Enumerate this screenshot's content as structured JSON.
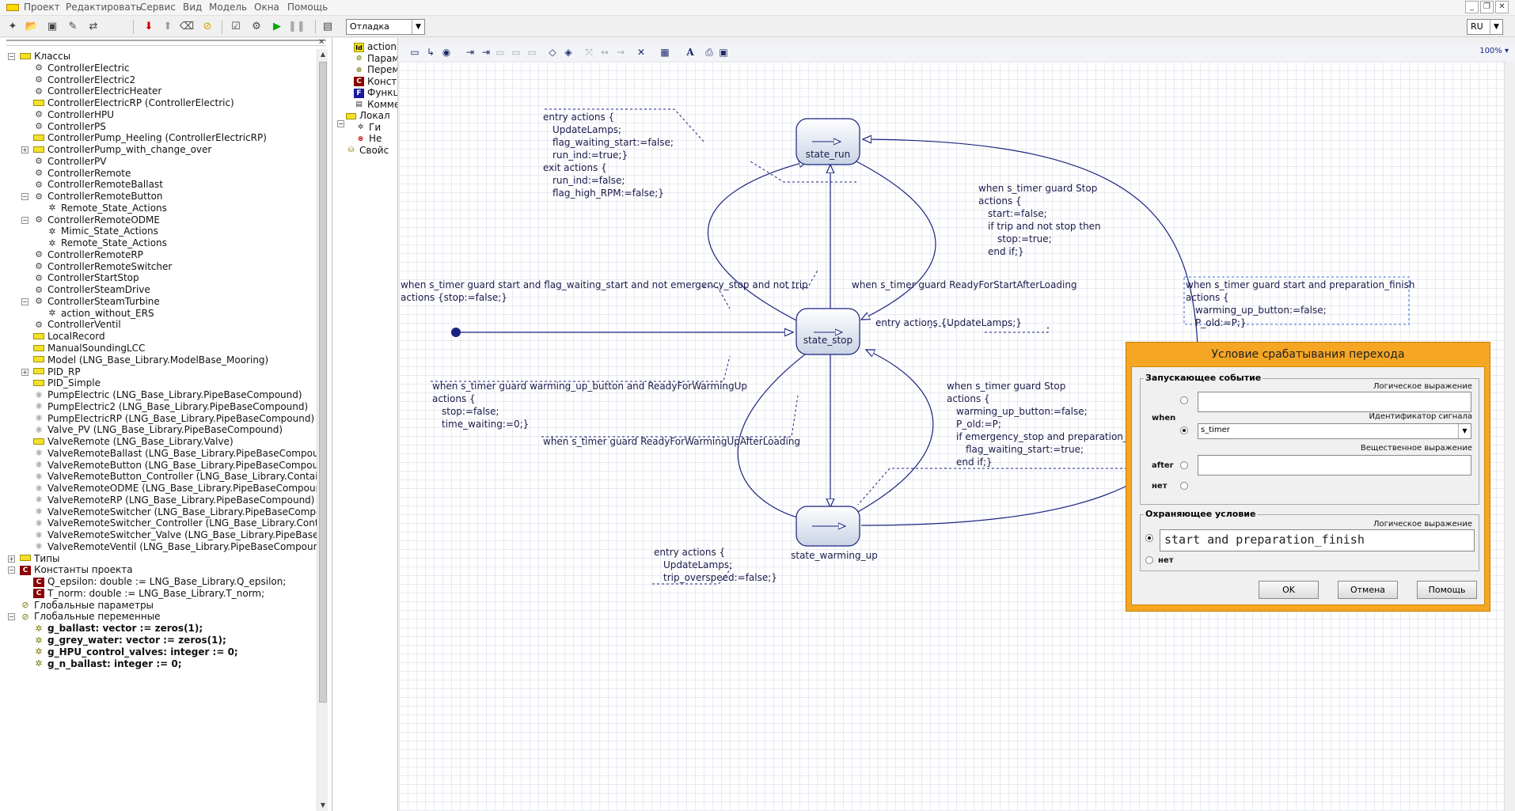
{
  "menu": {
    "items": [
      "Проект",
      "Редактировать",
      "Сервис",
      "Вид",
      "Модель",
      "Окна",
      "Помощь"
    ]
  },
  "toolbar": {
    "mode": "Отладка",
    "language": "RU"
  },
  "tree": {
    "root": "Классы",
    "nodes": [
      {
        "label": "ControllerElectric",
        "icon": "gear-icon",
        "level": 1,
        "expander": ""
      },
      {
        "label": "ControllerElectric2",
        "icon": "gear-icon",
        "level": 1,
        "expander": ""
      },
      {
        "label": "ControllerElectricHeater",
        "icon": "gear-icon",
        "level": 1,
        "expander": ""
      },
      {
        "label": "ControllerElectricRP (ControllerElectric)",
        "icon": "folder-icon",
        "level": 1,
        "expander": ""
      },
      {
        "label": "ControllerHPU",
        "icon": "gear-icon",
        "level": 1,
        "expander": ""
      },
      {
        "label": "ControllerPS",
        "icon": "gear-icon",
        "level": 1,
        "expander": ""
      },
      {
        "label": "ControllerPump_Heeling (ControllerElectricRP)",
        "icon": "folder-icon",
        "level": 1,
        "expander": ""
      },
      {
        "label": "ControllerPump_with_change_over",
        "icon": "folder-icon",
        "level": 1,
        "expander": "+"
      },
      {
        "label": "ControllerPV",
        "icon": "gear-icon",
        "level": 1,
        "expander": ""
      },
      {
        "label": "ControllerRemote",
        "icon": "gear-icon",
        "level": 1,
        "expander": ""
      },
      {
        "label": "ControllerRemoteBallast",
        "icon": "gear-icon",
        "level": 1,
        "expander": ""
      },
      {
        "label": "ControllerRemoteButton",
        "icon": "gear-icon",
        "level": 1,
        "expander": "−"
      },
      {
        "label": "Remote_State_Actions",
        "icon": "state-icon",
        "level": 2,
        "expander": ""
      },
      {
        "label": "ControllerRemoteODME",
        "icon": "gear-icon",
        "level": 1,
        "expander": "−"
      },
      {
        "label": "Mimic_State_Actions",
        "icon": "state-icon",
        "level": 2,
        "expander": ""
      },
      {
        "label": "Remote_State_Actions",
        "icon": "state-icon",
        "level": 2,
        "expander": ""
      },
      {
        "label": "ControllerRemoteRP",
        "icon": "gear-icon",
        "level": 1,
        "expander": ""
      },
      {
        "label": "ControllerRemoteSwitcher",
        "icon": "gear-icon",
        "level": 1,
        "expander": ""
      },
      {
        "label": "ControllerStartStop",
        "icon": "gear-icon",
        "level": 1,
        "expander": ""
      },
      {
        "label": "ControllerSteamDrive",
        "icon": "gear-icon",
        "level": 1,
        "expander": ""
      },
      {
        "label": "ControllerSteamTurbine",
        "icon": "gear-icon",
        "level": 1,
        "expander": "−"
      },
      {
        "label": "action_without_ERS",
        "icon": "state-icon",
        "level": 2,
        "expander": ""
      },
      {
        "label": "ControllerVentil",
        "icon": "gear-icon",
        "level": 1,
        "expander": ""
      },
      {
        "label": "LocalRecord",
        "icon": "folder-icon",
        "level": 1,
        "expander": ""
      },
      {
        "label": "ManualSoundingLCC",
        "icon": "folder-icon",
        "level": 1,
        "expander": ""
      },
      {
        "label": "Model (LNG_Base_Library.ModelBase_Mooring)",
        "icon": "folder-icon",
        "level": 1,
        "expander": ""
      },
      {
        "label": "PID_RP",
        "icon": "folder-icon",
        "level": 1,
        "expander": "+"
      },
      {
        "label": "PID_Simple",
        "icon": "folder-icon",
        "level": 1,
        "expander": ""
      },
      {
        "label": "PumpElectric (LNG_Base_Library.PipeBaseCompound)",
        "icon": "compound-icon",
        "level": 1,
        "expander": ""
      },
      {
        "label": "PumpElectric2 (LNG_Base_Library.PipeBaseCompound)",
        "icon": "compound-icon",
        "level": 1,
        "expander": ""
      },
      {
        "label": "PumpElectricRP (LNG_Base_Library.PipeBaseCompound)",
        "icon": "compound-icon",
        "level": 1,
        "expander": ""
      },
      {
        "label": "Valve_PV (LNG_Base_Library.PipeBaseCompound)",
        "icon": "compound-icon",
        "level": 1,
        "expander": ""
      },
      {
        "label": "ValveRemote (LNG_Base_Library.Valve)",
        "icon": "folder-icon",
        "level": 1,
        "expander": ""
      },
      {
        "label": "ValveRemoteBallast (LNG_Base_Library.PipeBaseCompoun",
        "icon": "compound-icon",
        "level": 1,
        "expander": ""
      },
      {
        "label": "ValveRemoteButton (LNG_Base_Library.PipeBaseCompoun",
        "icon": "compound-icon",
        "level": 1,
        "expander": ""
      },
      {
        "label": "ValveRemoteButton_Controller (LNG_Base_Library.Contain",
        "icon": "compound-icon",
        "level": 1,
        "expander": ""
      },
      {
        "label": "ValveRemoteODME (LNG_Base_Library.PipeBaseCompound",
        "icon": "compound-icon",
        "level": 1,
        "expander": ""
      },
      {
        "label": "ValveRemoteRP (LNG_Base_Library.PipeBaseCompound)",
        "icon": "compound-icon",
        "level": 1,
        "expander": ""
      },
      {
        "label": "ValveRemoteSwitcher (LNG_Base_Library.PipeBaseCompo",
        "icon": "compound-icon",
        "level": 1,
        "expander": ""
      },
      {
        "label": "ValveRemoteSwitcher_Controller (LNG_Base_Library.Conta",
        "icon": "compound-icon",
        "level": 1,
        "expander": ""
      },
      {
        "label": "ValveRemoteSwitcher_Valve (LNG_Base_Library.PipeBase(",
        "icon": "compound-icon",
        "level": 1,
        "expander": ""
      },
      {
        "label": "ValveRemoteVentil (LNG_Base_Library.PipeBaseCompound",
        "icon": "compound-icon",
        "level": 1,
        "expander": ""
      },
      {
        "label": "Типы",
        "icon": "folder-icon",
        "level": 0,
        "expander": "+"
      },
      {
        "label": "Константы проекта",
        "icon": "const-icon",
        "level": 0,
        "expander": "−"
      },
      {
        "label": "Q_epsilon: double := LNG_Base_Library.Q_epsilon;",
        "icon": "const-icon",
        "level": 1,
        "expander": ""
      },
      {
        "label": "T_norm: double := LNG_Base_Library.T_norm;",
        "icon": "const-icon",
        "level": 1,
        "expander": ""
      },
      {
        "label": "Глобальные параметры",
        "icon": "param-icon",
        "level": 0,
        "expander": ""
      },
      {
        "label": "Глобальные переменные",
        "icon": "param-icon",
        "level": 0,
        "expander": "−"
      },
      {
        "label": "g_ballast: vector := zeros(1);",
        "icon": "var-icon",
        "level": 1,
        "expander": "",
        "bold": true
      },
      {
        "label": "g_grey_water: vector := zeros(1);",
        "icon": "var-icon",
        "level": 1,
        "expander": "",
        "bold": true
      },
      {
        "label": "g_HPU_control_valves: integer := 0;",
        "icon": "var-icon",
        "level": 1,
        "expander": "",
        "bold": true
      },
      {
        "label": "g_n_ballast: integer := 0;",
        "icon": "var-icon",
        "level": 1,
        "expander": "",
        "bold": true
      }
    ]
  },
  "mid_tree": {
    "nodes": [
      {
        "label": "action",
        "icon": "id-icon"
      },
      {
        "label": "Парам",
        "icon": "param-icon"
      },
      {
        "label": "Перем",
        "icon": "var-icon"
      },
      {
        "label": "Конст",
        "icon": "const-icon"
      },
      {
        "label": "Функц",
        "icon": "func-icon"
      },
      {
        "label": "Комме",
        "icon": "comment-icon"
      },
      {
        "label": "Локал",
        "icon": "folder-icon"
      },
      {
        "label": "Ги",
        "icon": "state-icon"
      },
      {
        "label": "Не",
        "icon": "stop-icon"
      },
      {
        "label": "Свойс",
        "icon": "db-icon"
      }
    ]
  },
  "zoom": "100%",
  "diagram": {
    "states": [
      "state_run",
      "state_stop",
      "state_warming_up"
    ],
    "run_actions": [
      "entry actions {",
      "UpdateLamps;",
      "flag_waiting_start:=false;",
      "run_ind:=true;}",
      "exit actions {",
      "run_ind:=false;",
      "flag_high_RPM:=false;}"
    ],
    "run_to_stop": [
      "when s_timer guard Stop",
      "actions {",
      "start:=false;",
      "if trip and not stop then",
      "stop:=true;",
      "end if;}"
    ],
    "stop_to_run": [
      "when s_timer guard start and flag_waiting_start and not emergency_stop and not trip",
      "actions {stop:=false;}"
    ],
    "ready_after_loading": "when s_timer guard ReadyForStartAfterLoading",
    "stop_entry": "entry actions {UpdateLamps;}",
    "stop_to_warm": [
      "when s_timer guard warming_up_button and ReadyForWarmingUp",
      "actions {",
      "stop:=false;",
      "time_waiting:=0;}"
    ],
    "warm_after_loading": "when s_timer guard ReadyForWarmingUpAfterLoading",
    "warm_to_stop": [
      "when s_timer guard Stop",
      "actions {",
      "warming_up_button:=false;",
      "P_old:=P;",
      "if emergency_stop and preparation_fi",
      "flag_waiting_start:=true;",
      "end if;}"
    ],
    "warm_entry": [
      "entry actions {",
      "UpdateLamps;",
      "trip_overspeed:=false;}"
    ],
    "warm_to_run": [
      "when s_timer guard start and preparation_finish",
      "actions {",
      "warming_up_button:=false;",
      "P_old:=P;}"
    ]
  },
  "dialog": {
    "title": "Условие срабатывания перехода",
    "trigger_group": "Запускающее событие",
    "logic_expr": "Логическое выражение",
    "when": "when",
    "signal_id": "Идентификатор сигнала",
    "signal_value": "s_timer",
    "real_expr": "Вещественное выражение",
    "after": "after",
    "none": "нет",
    "guard_group": "Охраняющее условие",
    "guard_logic": "Логическое выражение",
    "guard_value": "start and preparation_finish",
    "guard_none": "нет",
    "ok": "OK",
    "cancel": "Отмена",
    "help": "Помощь"
  }
}
